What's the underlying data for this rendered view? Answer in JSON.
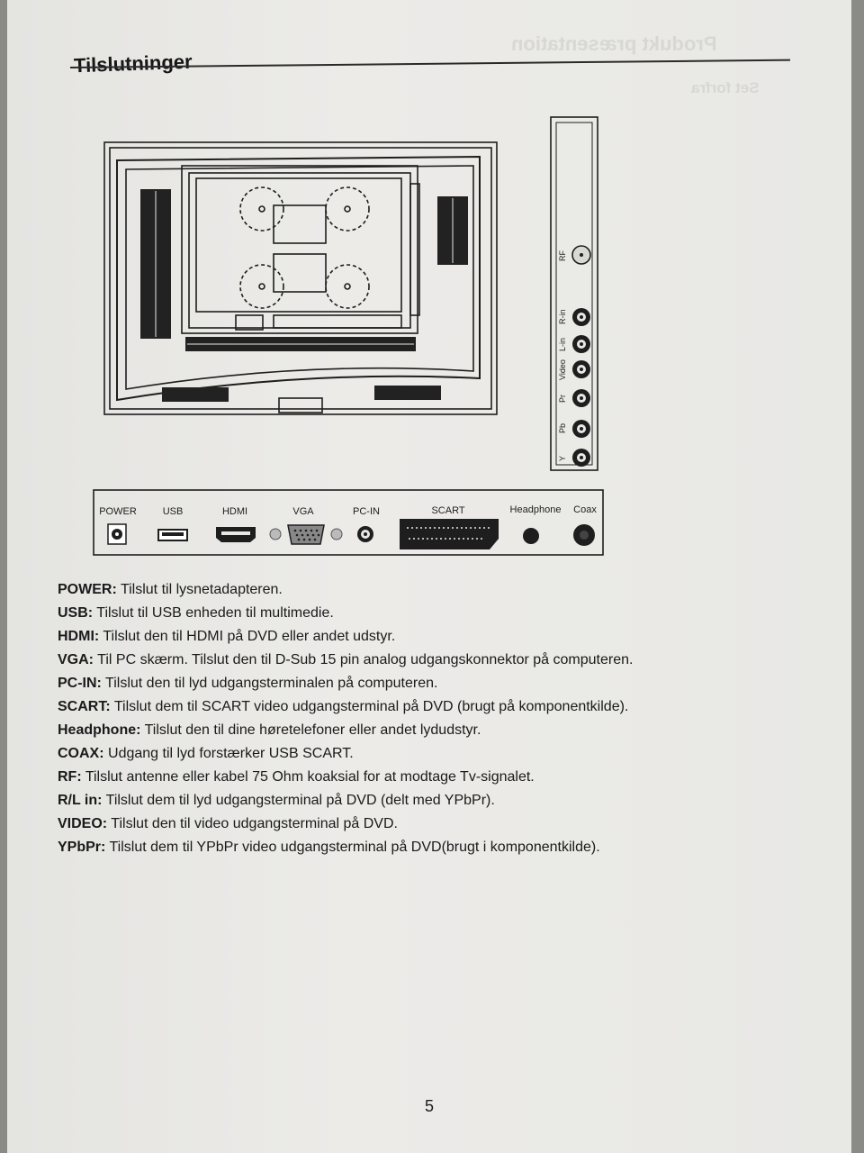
{
  "page": {
    "title": "Tilslutninger",
    "page_number": "5"
  },
  "rear_panel": {
    "labels": [
      "POWER",
      "USB",
      "HDMI",
      "VGA",
      "PC-IN",
      "SCART",
      "Headphone",
      "Coax"
    ]
  },
  "side_panel": {
    "labels": [
      "RF",
      "R-in",
      "L-in",
      "Video",
      "Pr",
      "Pb",
      "Y"
    ]
  },
  "descriptions": [
    {
      "term": "POWER:",
      "text": " Tilslut til lysnetadapteren."
    },
    {
      "term": "USB:",
      "text": " Tilslut til USB enheden til multimedie."
    },
    {
      "term": "HDMI:",
      "text": " Tilslut den til HDMI på DVD eller andet udstyr."
    },
    {
      "term": "VGA:",
      "text": " Til PC skærm. Tilslut den til D-Sub 15 pin analog udgangskonnektor på computeren."
    },
    {
      "term": "PC-IN:",
      "text": " Tilslut den til lyd udgangsterminalen på computeren."
    },
    {
      "term": "SCART:",
      "text": " Tilslut dem til SCART video udgangsterminal på DVD (brugt på komponentkilde)."
    },
    {
      "term": "Headphone:",
      "text": " Tilslut den til dine høretelefoner eller andet lydudstyr."
    },
    {
      "term": "COAX:",
      "text": " Udgang til lyd forstærker USB SCART."
    },
    {
      "term": "RF:",
      "text": " Tilslut antenne eller kabel 75 Ohm koaksial for at modtage Tv-signalet."
    },
    {
      "term": "R/L in:",
      "text": " Tilslut dem til lyd udgangsterminal på DVD (delt med YPbPr)."
    },
    {
      "term": "VIDEO:",
      "text": " Tilslut den til video udgangsterminal på DVD."
    },
    {
      "term": "YPbPr:",
      "text": " Tilslut dem til YPbPr video udgangsterminal på DVD(brugt i komponentkilde)."
    }
  ],
  "icons": [
    "power-jack-icon",
    "usb-port-icon",
    "hdmi-port-icon",
    "vga-port-icon",
    "audio-jack-icon",
    "scart-port-icon",
    "rca-jack-icon",
    "rf-connector-icon"
  ]
}
